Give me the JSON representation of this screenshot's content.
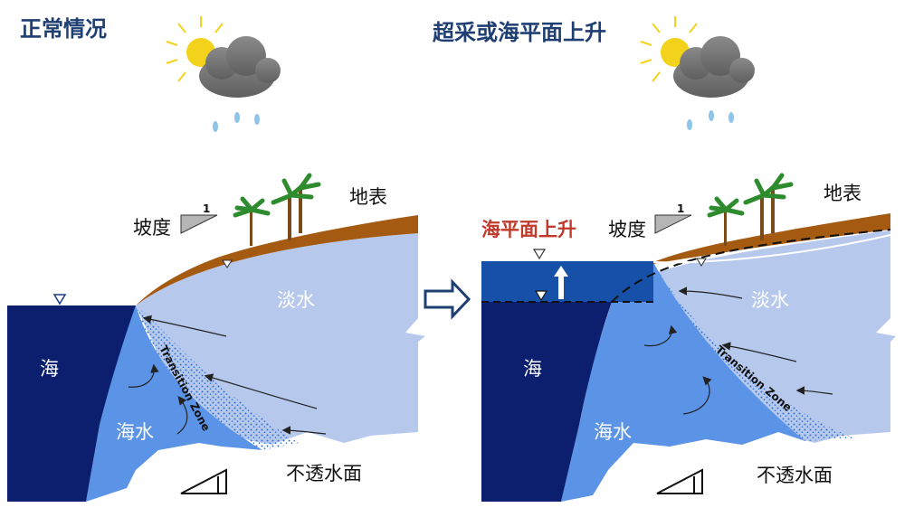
{
  "left_panel": {
    "heading": "正常情况",
    "labels": {
      "surface": "地表",
      "slope": "坡度",
      "slope_value": "1",
      "fresh_water": "淡水",
      "sea": "海",
      "seawater": "海水",
      "impermeable": "不透水面",
      "transition_zone": "Transition Zone"
    }
  },
  "right_panel": {
    "heading": "超采或海平面上升",
    "labels": {
      "sea_level_rise": "海平面上升",
      "surface": "地表",
      "slope": "坡度",
      "slope_value": "1",
      "fresh_water": "淡水",
      "sea": "海",
      "seawater": "海水",
      "impermeable": "不透水面",
      "transition_zone": "Transition Zone"
    }
  },
  "colors": {
    "heading": "#1f3f73",
    "sea_dark": "#0b1f6e",
    "sea_rise": "#1750a8",
    "fresh_water": "#b6c9ec",
    "seawater": "#5b93e6",
    "soil": "#a55a12",
    "arrow_outline": "#1f3f73",
    "rise_label": "#c0392b"
  }
}
